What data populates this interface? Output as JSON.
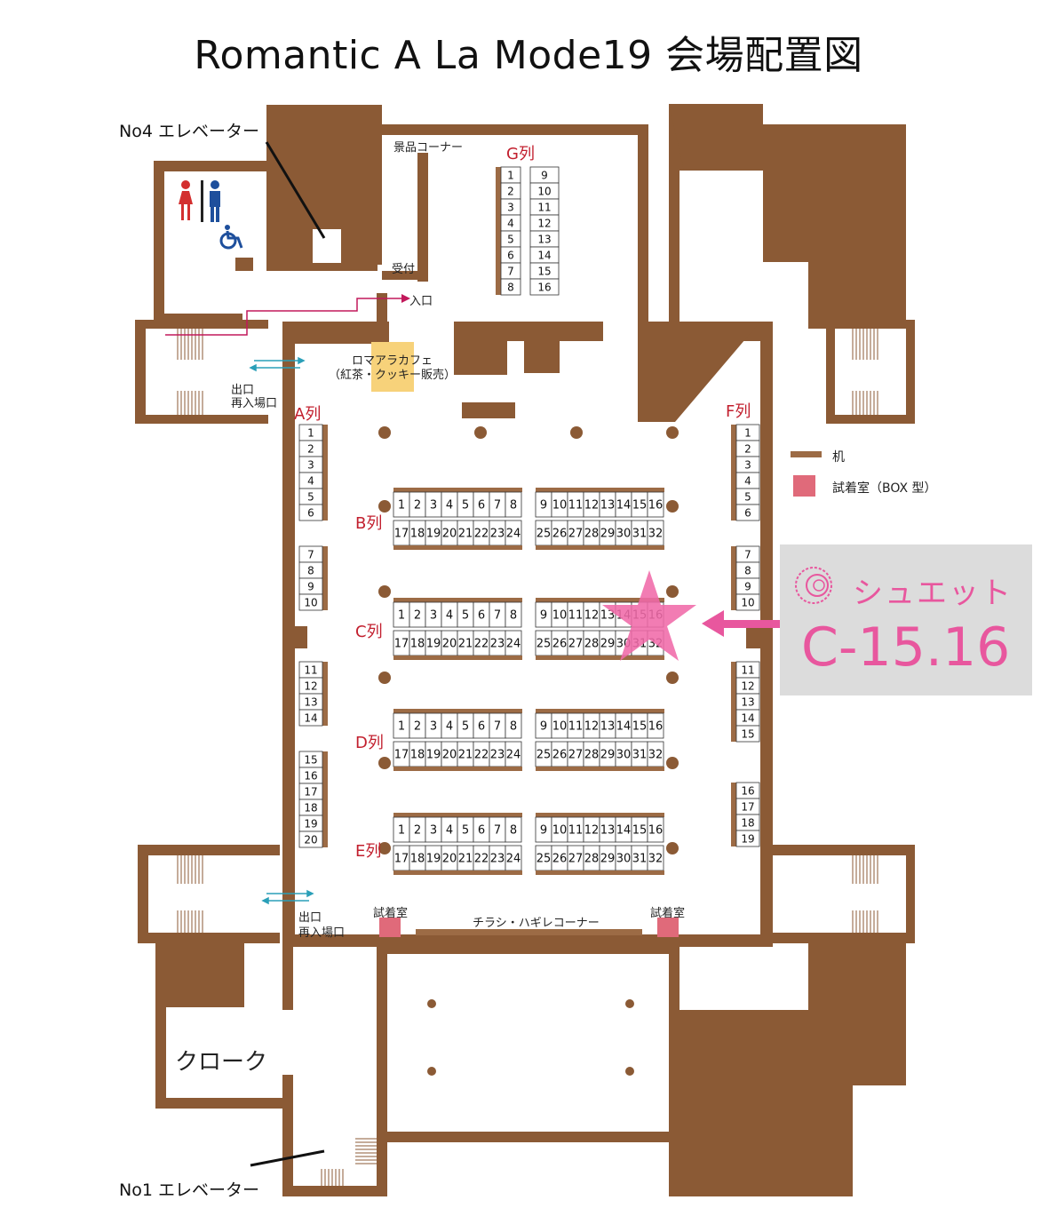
{
  "title": "Romantic A La Mode19 会場配置図",
  "labels": {
    "elevator_top": "No4 エレベーター",
    "elevator_bottom": "No1 エレベーター",
    "prize_corner": "景品コーナー",
    "reception": "受付",
    "entrance": "入口",
    "cafe_name": "ロマアラカフェ",
    "cafe_sub": "（紅茶・クッキー販売）",
    "exit_top_1": "出口",
    "exit_top_2": "再入場口",
    "exit_bottom_1": "出口",
    "exit_bottom_2": "再入場口",
    "fitting_left": "試着室",
    "fitting_right": "試着室",
    "flyer_corner": "チラシ・ハギレコーナー",
    "cloakroom": "クローク"
  },
  "rows": {
    "A": "A列",
    "B": "B列",
    "C": "C列",
    "D": "D列",
    "E": "E列",
    "F": "F列",
    "G": "G列"
  },
  "seats": {
    "G_left": [
      "1",
      "2",
      "3",
      "4",
      "5",
      "6",
      "7",
      "8"
    ],
    "G_right": [
      "9",
      "10",
      "11",
      "12",
      "13",
      "14",
      "15",
      "16"
    ],
    "A_1": [
      "1",
      "2",
      "3",
      "4",
      "5",
      "6"
    ],
    "A_2": [
      "7",
      "8",
      "9",
      "10"
    ],
    "A_3": [
      "11",
      "12",
      "13",
      "14"
    ],
    "A_4": [
      "15",
      "16",
      "17",
      "18",
      "19",
      "20"
    ],
    "F_1": [
      "1",
      "2",
      "3",
      "4",
      "5",
      "6"
    ],
    "F_2": [
      "7",
      "8",
      "9",
      "10"
    ],
    "F_3": [
      "11",
      "12",
      "13",
      "14",
      "15"
    ],
    "F_4": [
      "16",
      "17",
      "18",
      "19"
    ],
    "block_top_left": [
      "1",
      "2",
      "3",
      "4",
      "5",
      "6",
      "7",
      "8"
    ],
    "block_top_right": [
      "9",
      "10",
      "11",
      "12",
      "13",
      "14",
      "15",
      "16"
    ],
    "block_bottom_left": [
      "17",
      "18",
      "19",
      "20",
      "21",
      "22",
      "23",
      "24"
    ],
    "block_bottom_right": [
      "25",
      "26",
      "27",
      "28",
      "29",
      "30",
      "31",
      "32"
    ]
  },
  "legend": {
    "desk": "机",
    "fitting_room": "試着室（BOX 型）"
  },
  "callout": {
    "name": "シュエット",
    "code": "C-15.16"
  },
  "colors": {
    "wall": "#8b5a35",
    "row_label": "#c21f2e",
    "highlight": "#e8579e",
    "cafe": "#f7d27a",
    "fitting": "#e06a7a"
  },
  "icons": [
    "restroom-icon",
    "wheelchair-icon",
    "star-icon",
    "arrow-left-icon",
    "brand-logo-icon"
  ]
}
